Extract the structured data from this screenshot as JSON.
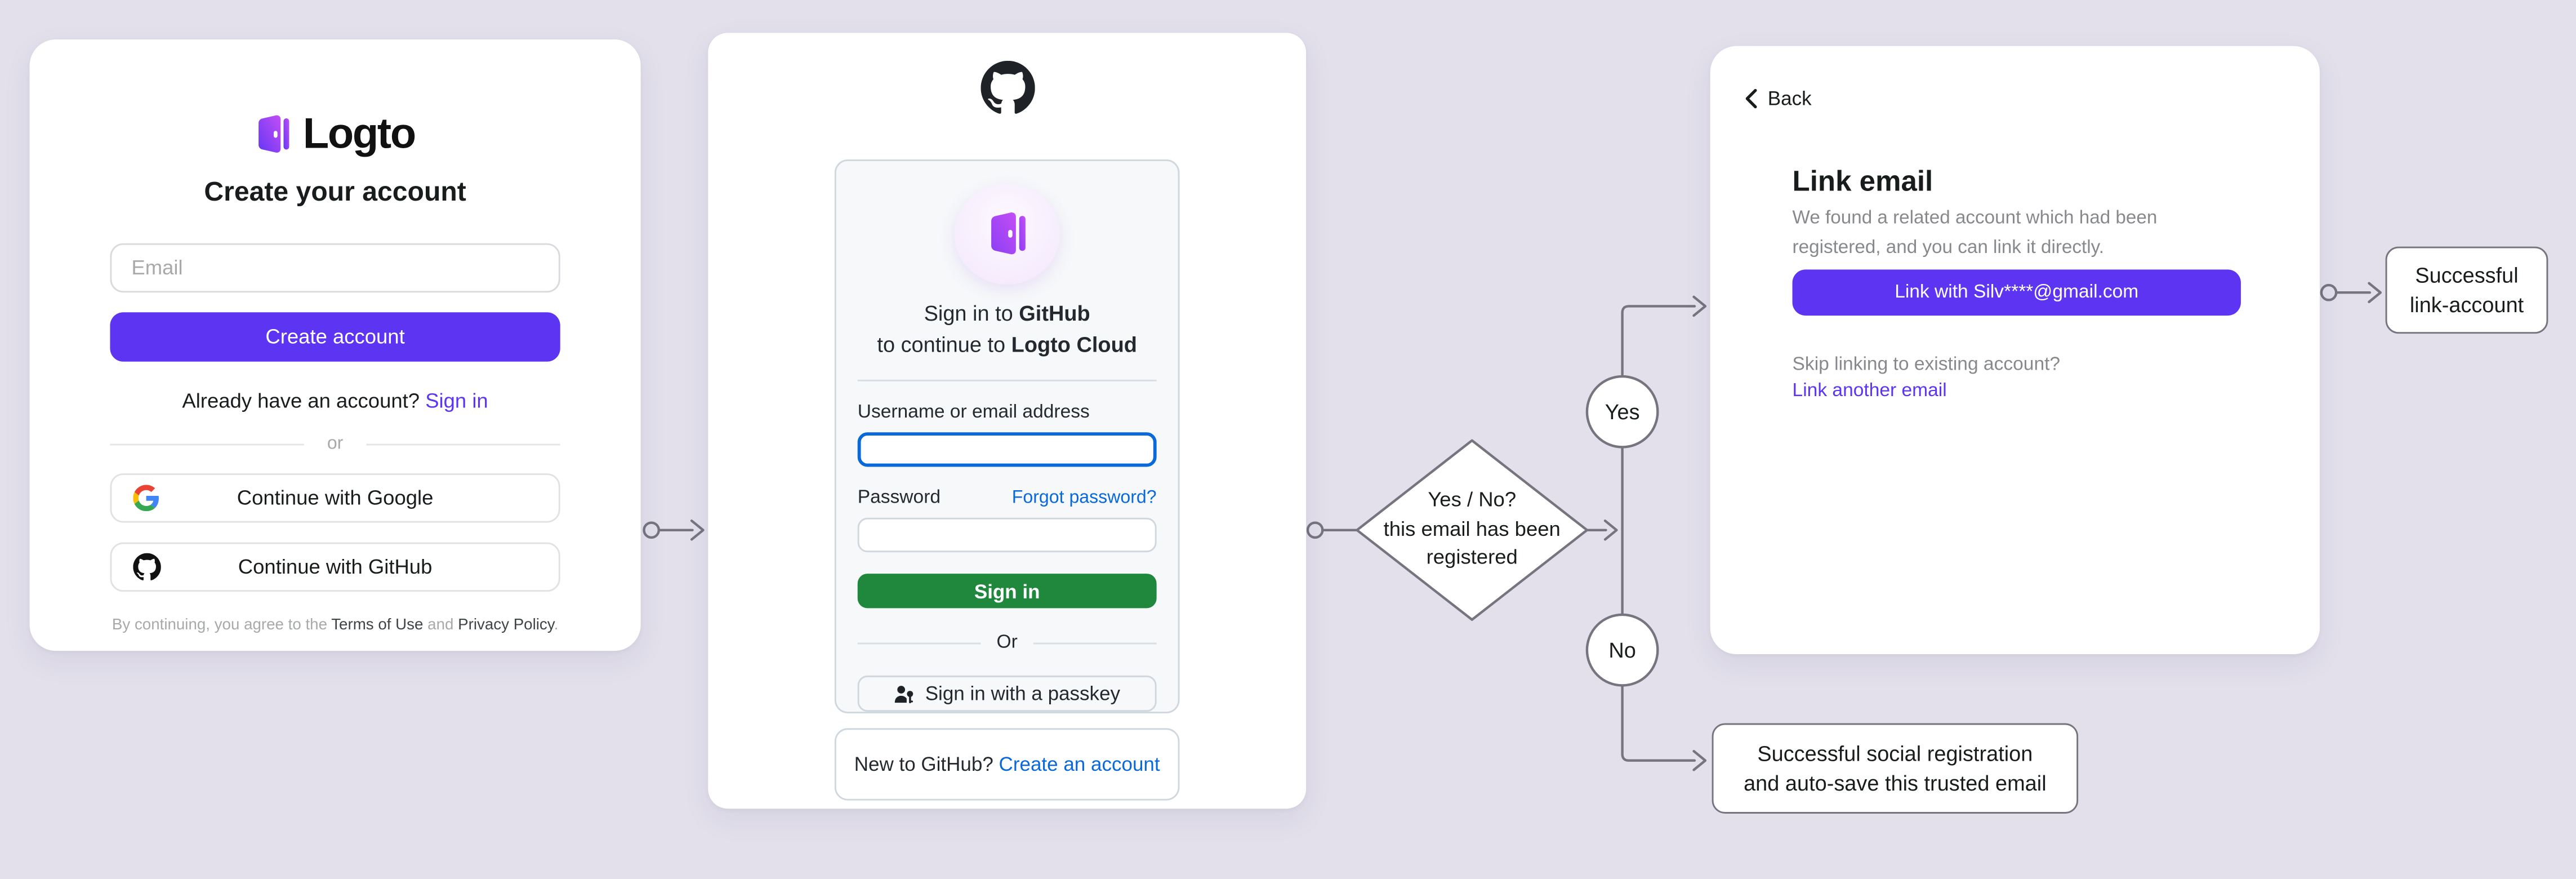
{
  "colors": {
    "background": "#e3e0ec",
    "accent_purple": "#5d34f2",
    "github_green": "#1f883d",
    "github_link_blue": "#0969da",
    "github_text": "#24292f",
    "line_gray": "#76757f"
  },
  "icons": {
    "logto_logo": "purple-gradient-door",
    "github_octocat": "octocat-mark",
    "google_g": "google-multicolor-g",
    "passkey": "person-with-key",
    "back_chevron": "left-chevron",
    "connector_start": "small-hollow-circle",
    "connector_end": "open-arrowhead"
  },
  "logto_card": {
    "brand": "Logto",
    "title": "Create your account",
    "email_placeholder": "Email",
    "create_button": "Create account",
    "have_account": "Already have an account? ",
    "sign_in_link": "Sign in",
    "divider": "or",
    "google_button": "Continue with Google",
    "github_button": "Continue with GitHub",
    "terms_prefix": "By continuing, you agree to the ",
    "terms_of_use": "Terms of Use",
    "terms_and": " and ",
    "privacy_policy": "Privacy Policy",
    "terms_suffix": "."
  },
  "github_card": {
    "signin_line1_prefix": "Sign in to ",
    "signin_line1_bold": "GitHub",
    "signin_line2_prefix": "to continue to ",
    "signin_line2_bold": "Logto Cloud",
    "username_label": "Username or email address",
    "username_value": "",
    "password_label": "Password",
    "forgot_password": "Forgot password?",
    "password_value": "",
    "signin_button": "Sign in",
    "divider": "Or",
    "passkey_button": "Sign in with a passkey",
    "new_to_github": "New to GitHub? ",
    "create_account_link": "Create an account"
  },
  "flow": {
    "diamond_line1": "Yes / No?",
    "diamond_line2": "this email has been",
    "diamond_line3": "registered",
    "yes": "Yes",
    "no": "No",
    "outcome_link_line1": "Successful",
    "outcome_link_line2": "link-account",
    "outcome_social_line1": "Successful social registration",
    "outcome_social_line2": "and auto-save this trusted email"
  },
  "link_card": {
    "back": "Back",
    "title": "Link email",
    "description": "We found a related account which had been registered, and you can link it directly.",
    "link_button": "Link with Silv****@gmail.com",
    "skip_text": "Skip linking to existing account?",
    "link_another": "Link another email"
  }
}
